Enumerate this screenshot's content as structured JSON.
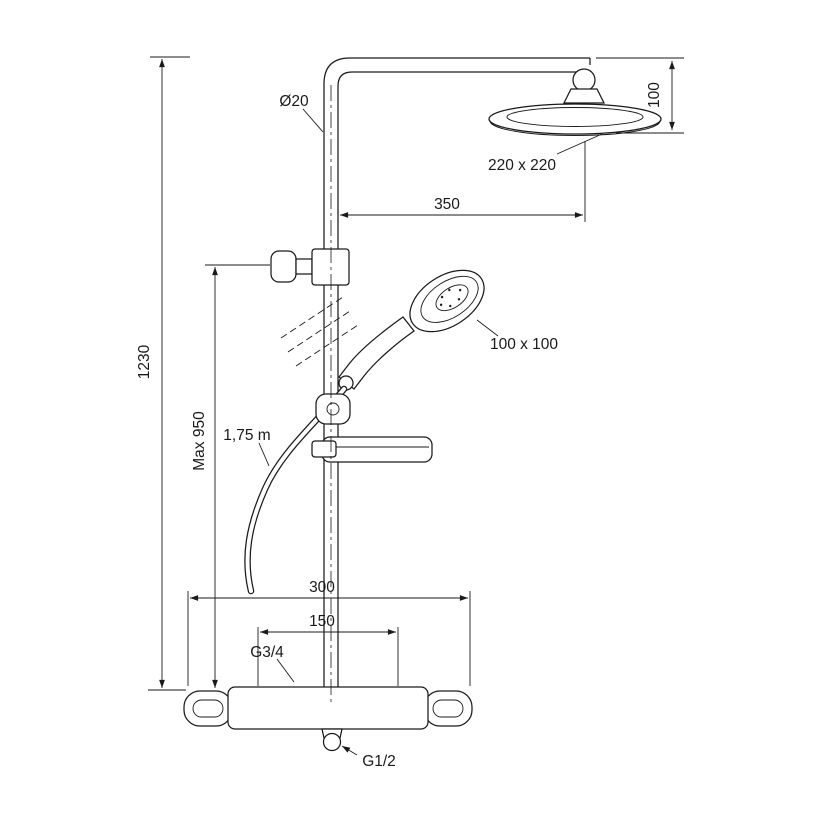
{
  "drawing": {
    "labels": {
      "total_height": "1230",
      "max_height": "Max 950",
      "pipe_diameter": "Ø20",
      "head_offset_height": "100",
      "head_size": "220 x 220",
      "arm_projection": "350",
      "hand_shower_size": "100 x 100",
      "hose_length": "1,75 m",
      "valve_width": "300",
      "inlet_spacing": "150",
      "inlet_thread": "G3/4",
      "outlet_thread": "G1/2"
    },
    "colors": {
      "line": "#1a1a1a",
      "background": "#ffffff"
    }
  }
}
